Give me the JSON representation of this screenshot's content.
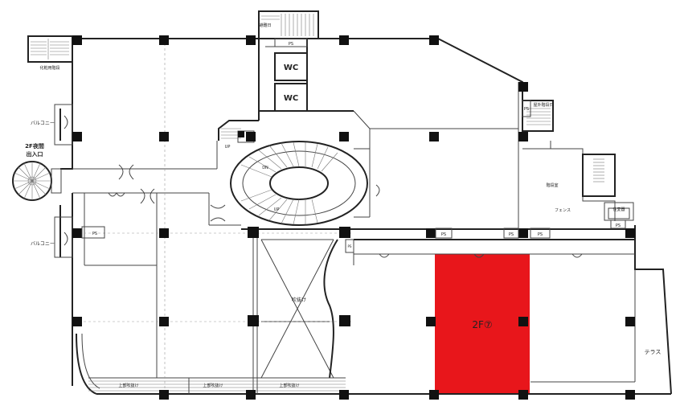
{
  "floor_plan": {
    "highlight_unit": {
      "label": "2F⑦",
      "color": "#e8161b"
    },
    "rooms": {
      "wc_upper": "WC",
      "wc_lower": "WC",
      "terrace": "テラス",
      "void_center": "吹抜け",
      "balcony_upper": "バルコニー",
      "balcony_lower": "バルコニー",
      "night_entrance": "2F夜間\n出入口",
      "night_entrance_line1": "2F夜間",
      "night_entrance_line2": "出入口",
      "staff_stair": "化粧用階段",
      "exterior_stair": "屋外階段日",
      "evacuation_top": "避難日",
      "stairwell_right": "階段室",
      "fence": "フェンス",
      "transformer": "住変器",
      "void_bottom_1": "上部吹抜け",
      "void_bottom_2": "上部吹抜け",
      "void_bottom_3": "上部吹抜け"
    },
    "ps_labels": [
      "PS",
      "PS",
      "PS",
      "PS",
      "PS",
      "PS",
      "PS",
      "PS"
    ],
    "stair_labels": {
      "up_left": "UP",
      "dn_spiral": "DN",
      "up_spiral": "UP"
    },
    "colors": {
      "wall": "#222222",
      "column": "#111111",
      "highlight": "#e8161b"
    }
  }
}
